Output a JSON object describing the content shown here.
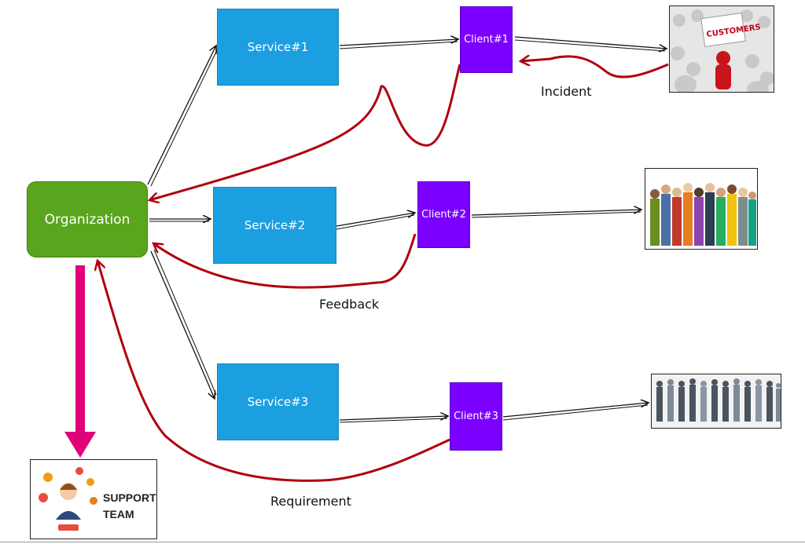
{
  "diagram": {
    "organization": "Organization",
    "services": [
      "Service#1",
      "Service#2",
      "Service#3"
    ],
    "clients": [
      "Client#1",
      "Client#2",
      "Client#3"
    ],
    "edge_labels": {
      "incident": "Incident",
      "feedback": "Feedback",
      "requirement": "Requirement"
    },
    "customers_sign": "CUSTOMERS",
    "support_team": {
      "line1": "SUPPORT",
      "line2": "TEAM"
    },
    "colors": {
      "organization": "#5aa51e",
      "service": "#1c9fe0",
      "client": "#7b00ff",
      "return_arrow": "#b0000f",
      "support_arrow": "#e0007a"
    }
  }
}
